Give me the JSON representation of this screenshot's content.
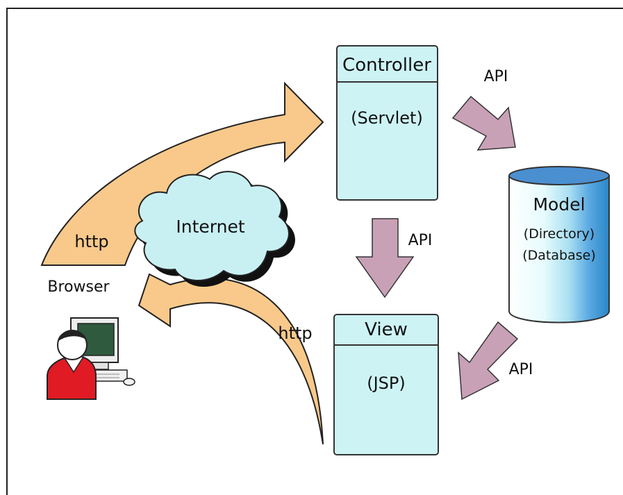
{
  "controller": {
    "title": "Controller",
    "subtitle": "(Servlet)"
  },
  "view": {
    "title": "View",
    "subtitle": "(JSP)"
  },
  "model": {
    "title": "Model",
    "line1": "(Directory)",
    "line2": "(Database)"
  },
  "cloud_label": "Internet",
  "browser_label": "Browser",
  "http_labels": {
    "upper": "http",
    "lower": "http"
  },
  "api_labels": {
    "controller_to_model": "API",
    "controller_to_view": "API",
    "model_to_view": "API"
  },
  "colors": {
    "box_fill": "#cdf3f5",
    "box_stroke": "#333333",
    "http_arrow": "#f8c98a",
    "api_arrow": "#c9a1b7",
    "cloud_fill": "#c8f0f3",
    "person_shirt": "#e01b24",
    "monitor_screen": "#2f5a3e"
  },
  "icons": [
    "person-at-computer-icon",
    "internet-cloud-icon",
    "database-cylinder-icon"
  ]
}
